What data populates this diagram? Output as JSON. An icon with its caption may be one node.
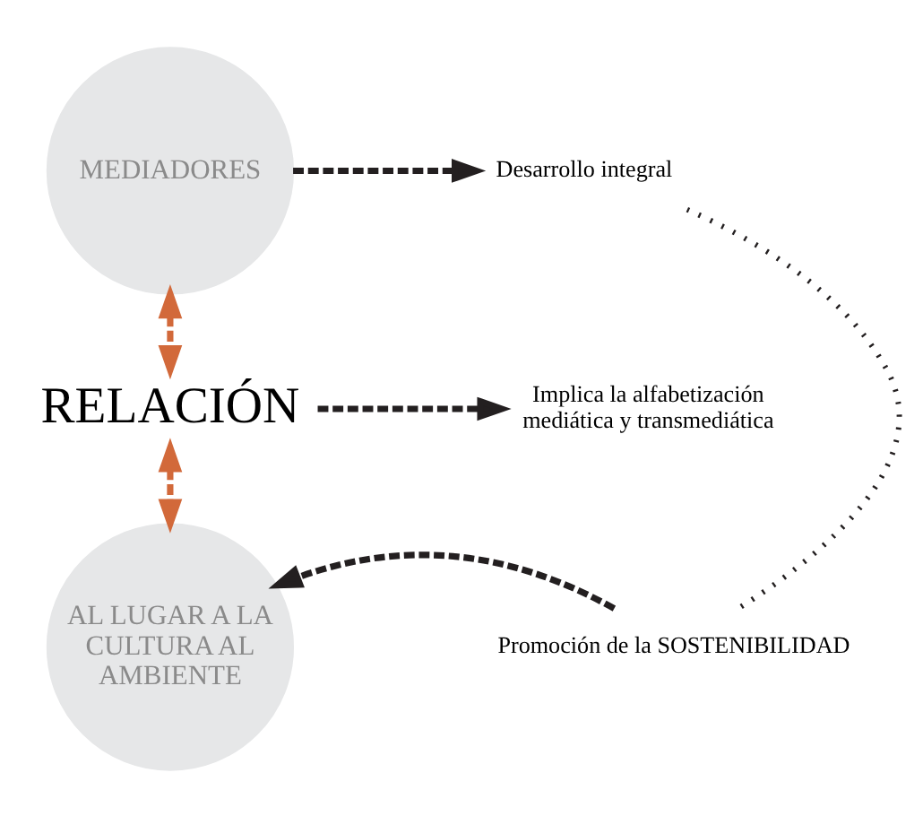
{
  "diagram": {
    "nodes": [
      {
        "text": [
          "MEDIADORES"
        ]
      },
      {
        "text": [
          "Desarrollo integral"
        ]
      },
      {
        "text": [
          "RELACIÓN"
        ]
      },
      {
        "text": [
          "Implica la alfabetización mediática y transmediática"
        ]
      },
      {
        "text": [
          "Promoción de la SOSTENIBILIDAD"
        ]
      },
      {
        "text": [
          "AL LUGAR A LA CULTURA AL AMBIENTE"
        ]
      }
    ],
    "edges": [
      {
        "from": 0,
        "to": 1,
        "arrow": "to"
      },
      {
        "from": 0,
        "to": 2,
        "arrow": "both",
        "color": "#d2693a"
      },
      {
        "from": 2,
        "to": 3,
        "arrow": "to"
      },
      {
        "from": 2,
        "to": 5,
        "arrow": "both",
        "color": "#d2693a"
      },
      {
        "from": 1,
        "to": 4,
        "arrow": "none",
        "style": "dashed"
      },
      {
        "from": 4,
        "to": 5,
        "arrow": "to"
      }
    ]
  }
}
